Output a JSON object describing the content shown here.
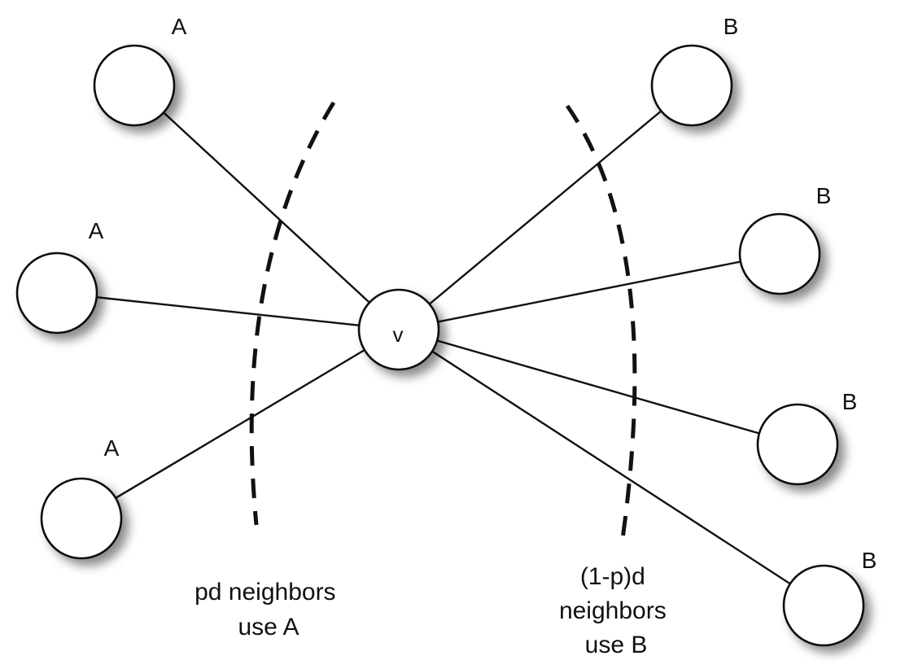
{
  "center_node": {
    "label": "v"
  },
  "neighbors": [
    {
      "id": "a1",
      "label": "A"
    },
    {
      "id": "a2",
      "label": "A"
    },
    {
      "id": "a3",
      "label": "A"
    },
    {
      "id": "b1",
      "label": "B"
    },
    {
      "id": "b2",
      "label": "B"
    },
    {
      "id": "b3",
      "label": "B"
    },
    {
      "id": "b4",
      "label": "B"
    }
  ],
  "captions": {
    "left": [
      "pd neighbors",
      "use A"
    ],
    "right": [
      "(1-p)d",
      "neighbors",
      "use B"
    ]
  }
}
